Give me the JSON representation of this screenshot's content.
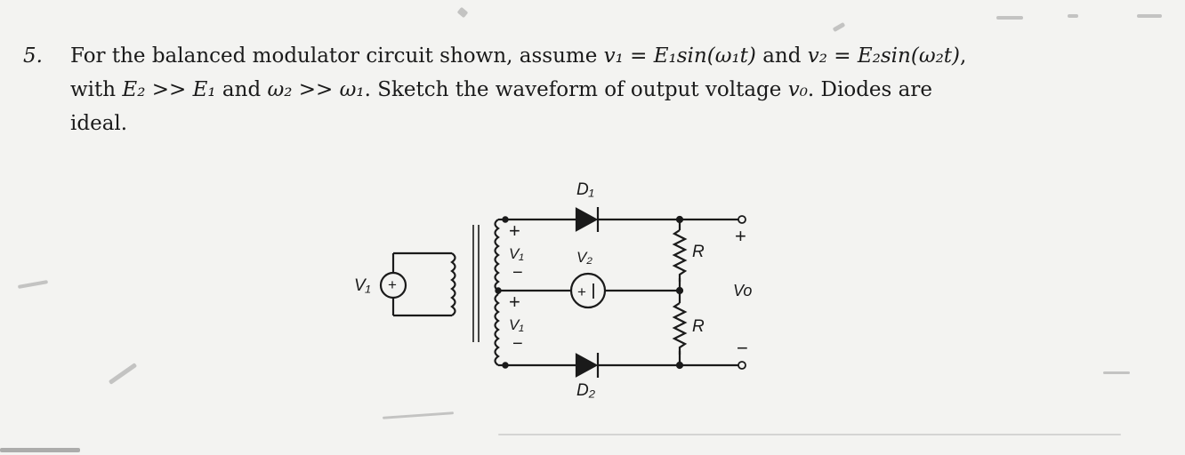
{
  "problem": {
    "number": "5.",
    "line1_a": "For the balanced modulator circuit shown, assume ",
    "line1_m1": "v₁ = E₁sin(ω₁t)",
    "line1_b": " and ",
    "line1_m2": "v₂ = E₂sin(ω₂t)",
    "line1_c": ",",
    "line2_a": "with ",
    "line2_m1": "E₂ >> E₁",
    "line2_b": " and ",
    "line2_m2": "ω₂ >> ω₁",
    "line2_c": ". Sketch the waveform of output voltage ",
    "line2_m3": "v₀",
    "line2_d": ". Diodes are",
    "line3": "ideal."
  },
  "circuit": {
    "source_label": "V₁",
    "source_sign": "+",
    "sec_top_plus": "+",
    "sec_top_label": "V₁",
    "sec_top_minus": "−",
    "sec_bot_plus": "+",
    "sec_bot_label": "V₁",
    "sec_bot_minus": "−",
    "d1_label": "D₁",
    "d2_label": "D₂",
    "v2_label": "V₂",
    "v2_sign": "+",
    "r_top_label": "R",
    "r_bot_label": "R",
    "out_plus": "+",
    "out_label": "Vo",
    "out_minus": "−"
  }
}
